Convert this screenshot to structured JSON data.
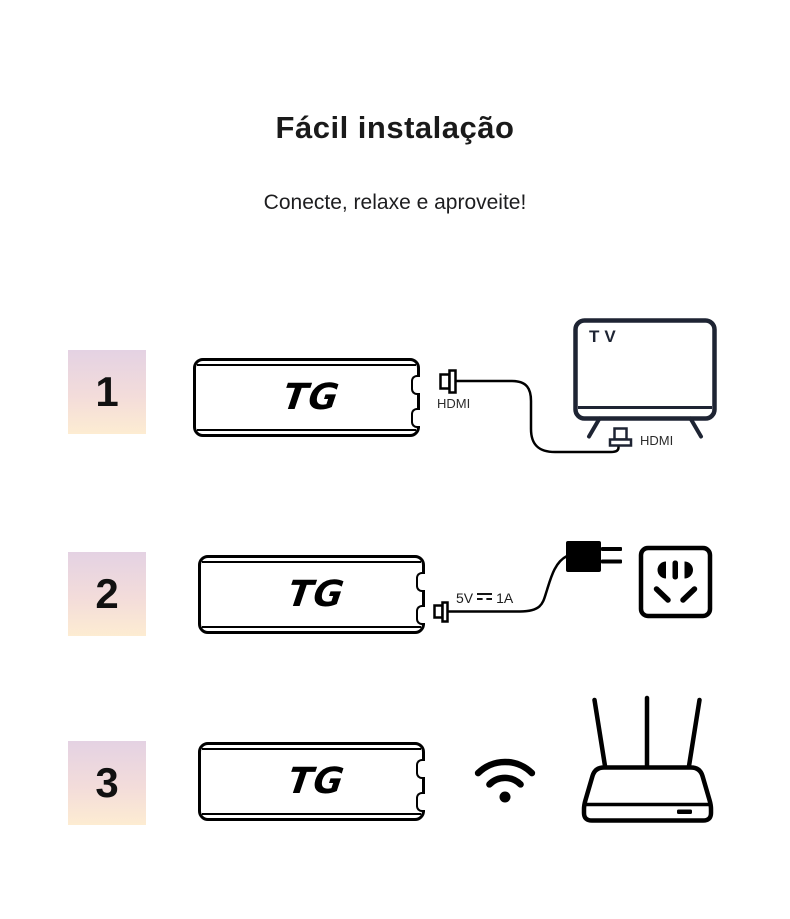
{
  "page": {
    "title": "Fácil instalação",
    "subtitle": "Conecte, relaxe e aproveite!"
  },
  "colors": {
    "ink": "#000000",
    "tv_ink": "#1e2433",
    "label_ink": "#2b2b2b",
    "grad_top": "#e4d2e3",
    "grad_mid": "#f3dcda",
    "grad_bottom": "#fdecd2"
  },
  "steps": [
    {
      "number": "1",
      "device_logo": "TG",
      "cable_start_label": "HDMI",
      "tv_screen_label": "TV",
      "tv_port_label": "HDMI"
    },
    {
      "number": "2",
      "device_logo": "TG",
      "power_volts": "5V",
      "power_amps": "1A"
    },
    {
      "number": "3",
      "device_logo": "TG"
    }
  ]
}
